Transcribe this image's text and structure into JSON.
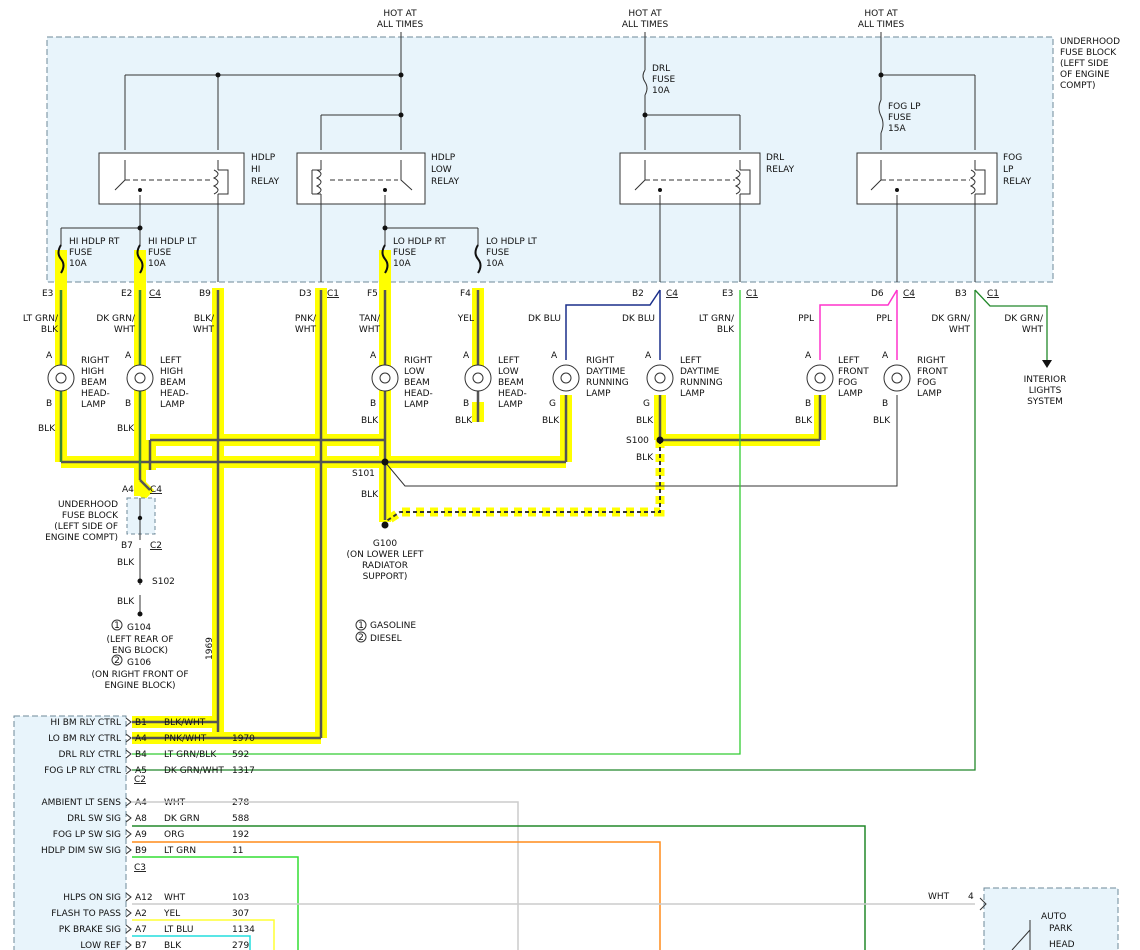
{
  "power": {
    "hot1": [
      "HOT AT",
      "ALL TIMES"
    ],
    "hot2": [
      "HOT AT",
      "ALL TIMES"
    ],
    "hot3": [
      "HOT AT",
      "ALL TIMES"
    ]
  },
  "fuse_block": [
    "UNDERHOOD",
    "FUSE BLOCK",
    "(LEFT SIDE",
    "OF ENGINE",
    "COMPT)"
  ],
  "fuses": {
    "drl": [
      "DRL",
      "FUSE",
      "10A"
    ],
    "fog": [
      "FOG LP",
      "FUSE",
      "15A"
    ],
    "hi_rt": [
      "HI HDLP RT",
      "FUSE",
      "10A"
    ],
    "hi_lt": [
      "HI HDLP LT",
      "FUSE",
      "10A"
    ],
    "lo_rt": [
      "LO HDLP RT",
      "FUSE",
      "10A"
    ],
    "lo_lt": [
      "LO HDLP LT",
      "FUSE",
      "10A"
    ]
  },
  "relays": {
    "hi": [
      "HDLP",
      "HI",
      "RELAY"
    ],
    "low": [
      "HDLP",
      "LOW",
      "RELAY"
    ],
    "drl": [
      "DRL",
      "RELAY"
    ],
    "fog": [
      "FOG",
      "LP",
      "RELAY"
    ]
  },
  "pins": {
    "e3": "E3",
    "e2": "E2",
    "b9": "B9",
    "d3": "D3",
    "f5": "F5",
    "f4": "F4",
    "b2": "B2",
    "e3b": "E3",
    "d6": "D6",
    "b3": "B3",
    "c4a": "C4",
    "c1a": "C1",
    "c4b": "C4",
    "c1b": "C1",
    "c4c": "C4",
    "c1c": "C1"
  },
  "wires": {
    "w1": [
      "LT GRN/",
      "BLK"
    ],
    "w2": [
      "DK GRN/",
      "WHT"
    ],
    "w3": [
      "BLK/",
      "WHT"
    ],
    "w4": [
      "PNK/",
      "WHT"
    ],
    "w5": [
      "TAN/",
      "WHT"
    ],
    "w6": "YEL",
    "w7": "DK BLU",
    "w8": "DK BLU",
    "w9": [
      "LT GRN/",
      "BLK"
    ],
    "w10": "PPL",
    "w11": "PPL",
    "w12": [
      "DK GRN/",
      "WHT"
    ],
    "w13": [
      "DK GRN/",
      "WHT"
    ]
  },
  "lamps": {
    "l1": [
      "RIGHT",
      "HIGH",
      "BEAM",
      "HEAD-",
      "LAMP"
    ],
    "l2": [
      "LEFT",
      "HIGH",
      "BEAM",
      "HEAD-",
      "LAMP"
    ],
    "l3": [
      "RIGHT",
      "LOW",
      "BEAM",
      "HEAD-",
      "LAMP"
    ],
    "l4": [
      "LEFT",
      "LOW",
      "BEAM",
      "HEAD-",
      "LAMP"
    ],
    "l5": [
      "RIGHT",
      "DAYTIME",
      "RUNNING",
      "LAMP"
    ],
    "l6": [
      "LEFT",
      "DAYTIME",
      "RUNNING",
      "LAMP"
    ],
    "l7": [
      "LEFT",
      "FRONT",
      "FOG",
      "LAMP"
    ],
    "l8": [
      "RIGHT",
      "FRONT",
      "FOG",
      "LAMP"
    ]
  },
  "lamp_pins": {
    "a": "A",
    "b": "B",
    "g": "G"
  },
  "grounds": {
    "blk": "BLK",
    "s100": "S100",
    "s101": "S101",
    "s102": "S102",
    "g100": [
      "G100",
      "(ON LOWER LEFT",
      "RADIATOR",
      "SUPPORT)"
    ],
    "a4": "A4",
    "b7": "B7",
    "c4": "C4",
    "c2": "C2",
    "fb2": [
      "UNDERHOOD",
      "FUSE BLOCK",
      "(LEFT SIDE OF",
      "ENGINE COMPT)"
    ],
    "g104": [
      "G104",
      "(LEFT REAR OF",
      "ENG BLOCK)"
    ],
    "g106": [
      "G106",
      "(ON RIGHT FRONT OF",
      "ENGINE BLOCK)"
    ],
    "n1": "1",
    "n2": "2",
    "legend1": "GASOLINE",
    "legend2": "DIESEL",
    "circuit": "1969"
  },
  "interior": [
    "INTERIOR",
    "LIGHTS",
    "SYSTEM"
  ],
  "module": {
    "rows": [
      {
        "label": "HI BM RLY CTRL",
        "pin": "B1",
        "wire": "BLK/WHT",
        "num": ""
      },
      {
        "label": "LO BM RLY CTRL",
        "pin": "A4",
        "wire": "PNK/WHT",
        "num": "1970"
      },
      {
        "label": "DRL RLY CTRL",
        "pin": "B4",
        "wire": "LT GRN/BLK",
        "num": "592"
      },
      {
        "label": "FOG LP RLY CTRL",
        "pin": "A5",
        "wire": "DK GRN/WHT",
        "num": "1317"
      },
      {
        "label": "AMBIENT LT SENS",
        "pin": "A4",
        "wire": "WHT",
        "num": "278"
      },
      {
        "label": "DRL SW SIG",
        "pin": "A8",
        "wire": "DK GRN",
        "num": "588"
      },
      {
        "label": "FOG LP SW SIG",
        "pin": "A9",
        "wire": "ORG",
        "num": "192"
      },
      {
        "label": "HDLP DIM SW SIG",
        "pin": "B9",
        "wire": "LT GRN",
        "num": "11"
      },
      {
        "label": "HLPS ON SIG",
        "pin": "A12",
        "wire": "WHT",
        "num": "103"
      },
      {
        "label": "FLASH TO PASS",
        "pin": "A2",
        "wire": "YEL",
        "num": "307"
      },
      {
        "label": "PK BRAKE SIG",
        "pin": "A7",
        "wire": "LT BLU",
        "num": "1134"
      },
      {
        "label": "LOW REF",
        "pin": "B7",
        "wire": "BLK",
        "num": "279"
      }
    ],
    "conn": {
      "c2": "C2",
      "c3": "C3"
    }
  },
  "switch": {
    "wire": "WHT",
    "pin": "4",
    "auto": "AUTO",
    "park": "PARK",
    "head": "HEAD"
  }
}
